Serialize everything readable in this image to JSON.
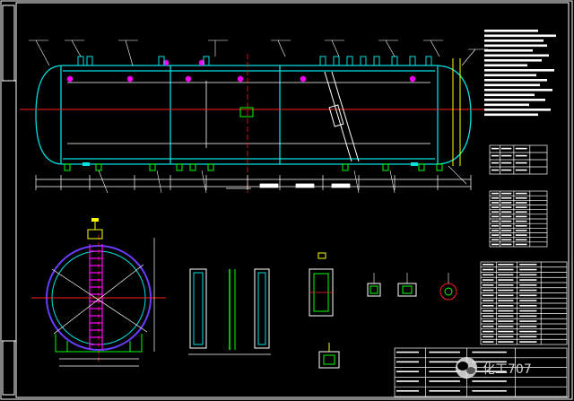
{
  "canvas": {
    "background": "#000000"
  },
  "colors": {
    "frame": "#ffffff",
    "vessel": "#00e0e0",
    "centerline": "#ff2020",
    "nozzle": "#ff00ff",
    "support": "#00ff00",
    "note_text": "#ffffff",
    "dimension": "#ffffff",
    "accent_yellow": "#ffff00",
    "ladder": "#ff00ff",
    "head_circle": "#6a3cff"
  },
  "watermark": {
    "text": "化工707",
    "icon": "wechat-logo-icon"
  },
  "views": [
    {
      "name": "main-elevation-view",
      "kind": "horizontal-cylindrical-tank"
    },
    {
      "name": "end-section-view",
      "kind": "circular-section-with-ladder"
    },
    {
      "name": "saddle-support-detail",
      "kind": "detail"
    },
    {
      "name": "nozzle-detail-a",
      "kind": "detail"
    },
    {
      "name": "nozzle-detail-b",
      "kind": "detail"
    },
    {
      "name": "nozzle-detail-c",
      "kind": "detail"
    },
    {
      "name": "manway-detail",
      "kind": "detail"
    }
  ],
  "tables": [
    {
      "name": "design-data-table",
      "rows": 4,
      "cols": 4
    },
    {
      "name": "nozzle-table",
      "rows": 12,
      "cols": 4
    },
    {
      "name": "parts-list-table",
      "rows": 16,
      "cols": 5
    },
    {
      "name": "title-block",
      "rows": 5,
      "cols": 4
    }
  ]
}
